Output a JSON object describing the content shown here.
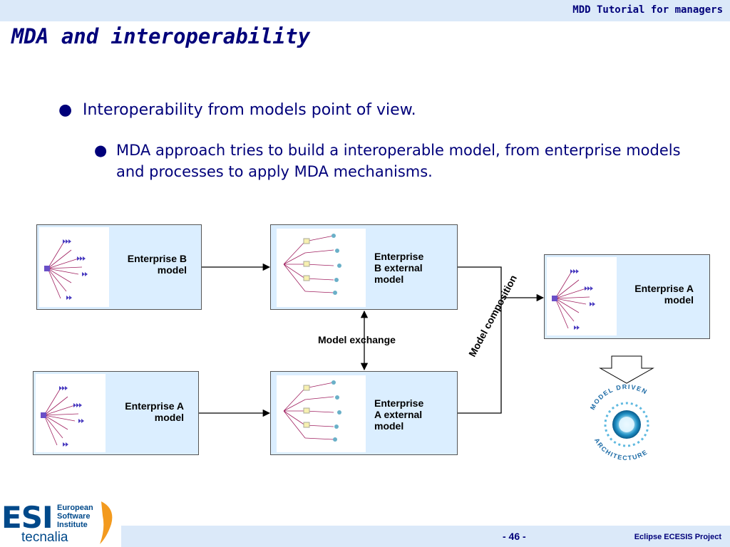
{
  "header": {
    "right_title": "MDD Tutorial for managers"
  },
  "slide": {
    "title": "MDA and interoperability",
    "bullet1": "Interoperability from models point of view.",
    "bullet2": "MDA approach tries to build a interoperable model, from enterprise models and processes to apply MDA mechanisms."
  },
  "diagram": {
    "box_b_model": "Enterprise B\nmodel",
    "box_b_external": "Enterprise\nB external\nmodel",
    "box_a_model_left": "Enterprise A\nmodel",
    "box_a_external": "Enterprise\nA external\nmodel",
    "box_a_model_right": "Enterprise A\nmodel",
    "label_exchange": "Model exchange",
    "label_composition": "Model composition",
    "mda_logo_text": "MODEL DRIVEN ARCHITECTURE"
  },
  "footer": {
    "page": "- 46 -",
    "project": "Eclipse ECESIS Project",
    "logo_main": "ESI",
    "logo_sub_lines": [
      "European",
      "Software",
      "Institute"
    ],
    "logo_tecnalia": "tecnalia"
  },
  "colors": {
    "title": "#00007a",
    "box_fill": "#dbeeff",
    "bar_fill": "#dbe9f9",
    "logo_blue": "#00498a",
    "logo_orange": "#f39a1e"
  }
}
